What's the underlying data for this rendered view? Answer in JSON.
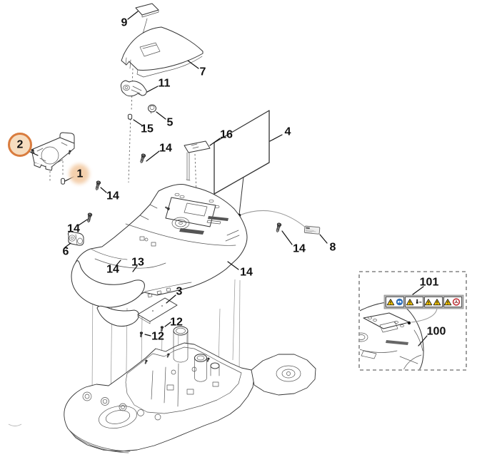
{
  "diagram_type": "exploded-parts-diagram",
  "labels": [
    {
      "text": "9"
    },
    {
      "text": "7"
    },
    {
      "text": "11"
    },
    {
      "text": "5"
    },
    {
      "text": "15"
    },
    {
      "text": "16"
    },
    {
      "text": "4"
    },
    {
      "text": "2",
      "highlight": "ring"
    },
    {
      "text": "1",
      "highlight": "soft"
    },
    {
      "text": "14"
    },
    {
      "text": "14"
    },
    {
      "text": "14"
    },
    {
      "text": "6"
    },
    {
      "text": "14"
    },
    {
      "text": "13"
    },
    {
      "text": "14"
    },
    {
      "text": "14"
    },
    {
      "text": "8"
    },
    {
      "text": "3"
    },
    {
      "text": "12"
    },
    {
      "text": "12"
    },
    {
      "text": "101"
    },
    {
      "text": "100"
    }
  ],
  "parts_illustrated": [
    "1",
    "2",
    "3",
    "4",
    "5",
    "6",
    "7",
    "8",
    "9",
    "11",
    "12",
    "13",
    "14",
    "15",
    "16",
    "100",
    "101"
  ],
  "highlight": {
    "ring_color": "#d97c3e",
    "ring_fill": "#f6ddc0",
    "soft_fill": "#f3cba4"
  },
  "inset": {
    "warning_icons": [
      "warning-triangle",
      "read-manual",
      "warning-triangle",
      "keep-distance",
      "warning-triangle",
      "warning-triangle",
      "warning-triangle",
      "rotating-blade-danger"
    ],
    "strip_bg": "#b4b4b4"
  },
  "colors": {
    "line": "#333333",
    "leader": "#111111",
    "warning_yellow": "#f7c600",
    "info_blue": "#2e6fba",
    "danger_red": "#c1272d",
    "inset_border": "#6b6b6b"
  }
}
